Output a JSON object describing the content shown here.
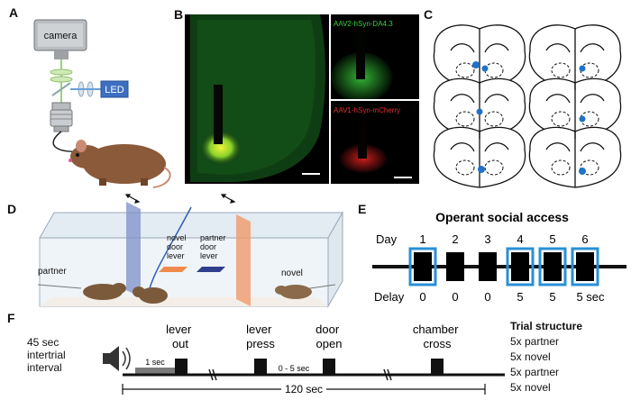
{
  "panels": {
    "A": {
      "letter": "A",
      "camera_label": "camera",
      "led_label": "LED"
    },
    "B": {
      "letter": "B",
      "inset_top_label": "AAV2-hSyn-DA4.3",
      "inset_bottom_label": "AAV1-hSyn-mCherry"
    },
    "C": {
      "letter": "C"
    },
    "D": {
      "letter": "D",
      "novel_door_lever_lines": [
        "novel",
        "door",
        "lever"
      ],
      "partner_door_lever_lines": [
        "partner",
        "door",
        "lever"
      ],
      "partner_label": "partner",
      "novel_label": "novel"
    },
    "E": {
      "letter": "E",
      "title": "Operant social access",
      "day_label": "Day",
      "delay_label": "Delay",
      "days": [
        "1",
        "2",
        "3",
        "4",
        "5",
        "6"
      ],
      "delays": [
        "0",
        "0",
        "0",
        "5",
        "5",
        "5 sec"
      ],
      "highlighted": [
        true,
        false,
        false,
        true,
        true,
        true
      ],
      "highlight_color": "#2a8fd6"
    },
    "F": {
      "letter": "F",
      "intertrial_lines": [
        "45 sec",
        "intertrial",
        "interval"
      ],
      "one_sec": "1 sec",
      "lever_out_lines": [
        "lever",
        "out"
      ],
      "lever_press_lines": [
        "lever",
        "press"
      ],
      "door_open_lines": [
        "door",
        "open"
      ],
      "chamber_cross_lines": [
        "chamber",
        "cross"
      ],
      "delay_range": "0 - 5 sec",
      "total": "120 sec",
      "trial_title": "Trial structure",
      "trial_items": [
        "5x partner",
        "5x novel",
        "5x partner",
        "5x novel"
      ]
    }
  }
}
